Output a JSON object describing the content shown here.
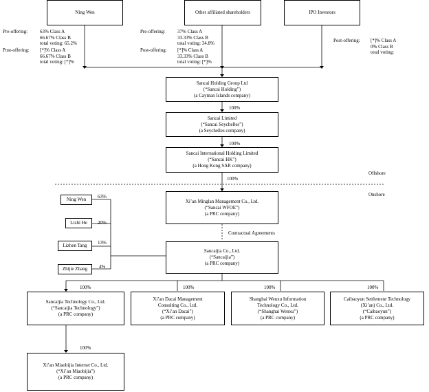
{
  "shareholders": {
    "ning_wen": {
      "name": "Ning Wen",
      "pre_label": "Pre-offering:",
      "pre_lines": [
        "63% Class A",
        "66.67% Class B",
        "total voting: 65.2%"
      ],
      "post_label": "Post-offering:",
      "post_lines": [
        "[*]% Class A",
        "66.67% Class B",
        "total voting: [*]%"
      ]
    },
    "other": {
      "name": "Other affiliated shareholders",
      "pre_label": "Pre-offering:",
      "pre_lines": [
        "37% Class A",
        "33.33% Class B",
        "total voting: 34.8%"
      ],
      "post_label": "Post-offering:",
      "post_lines": [
        "[*]% Class A",
        "33.33% Class B",
        "total voting: [*]%"
      ]
    },
    "ipo": {
      "name": "IPO Investors",
      "post_label": "Post-offering:",
      "post_lines": [
        "[*]% Class A",
        "0% Class B",
        "total voting:"
      ]
    }
  },
  "entities": {
    "holding": {
      "lines": [
        "Sancai Holding Group Ltd",
        "(“Sancai Holding”)",
        "(a Cayman Islands company)"
      ]
    },
    "seychelles": {
      "lines": [
        "Sancai Limited",
        "(“Sancai Seychelles”)",
        "(a Seychelles company)"
      ]
    },
    "hk": {
      "lines": [
        "Sancai International Holding Limited",
        "(“Sancai HK”)",
        "(a Hong Kong SAR company)"
      ]
    },
    "wfoe": {
      "lines": [
        "Xi’an Minglan Management Co., Ltd.",
        "(“Sancai WFOE”)",
        "(a PRC company)"
      ]
    },
    "sancaijia": {
      "lines": [
        "Sancaijia Co., Ltd.",
        "(“Sancaijia”)",
        "(a PRC company)"
      ]
    },
    "tech": {
      "lines": [
        "Sancaijia Technology Co., Ltd.",
        "(“Sancaijia Technology”)",
        "(a PRC company)"
      ]
    },
    "dacai": {
      "lines": [
        "Xi’an Dacai Management",
        "Consulting Co., Ltd.",
        "(“Xi’an Dacai”)",
        "(a PRC company)"
      ]
    },
    "wenxu": {
      "lines": [
        "Shanghai Wenxu Information",
        "Technology Co., Ltd.",
        "(“Shanghai Wenxu”)",
        "(a PRC company)"
      ]
    },
    "caibaoyun": {
      "lines": [
        "Caibaoyun Settlemenr Technology",
        "(Xi’an) Co., Ltd.",
        "(“Caibaoyun”)",
        "(a PRC company)"
      ]
    },
    "miaobijia": {
      "lines": [
        "Xi’an Miaobijia Internet Co., Ltd.",
        "(“Xi’an Miaobijia”)",
        "(a PRC company)"
      ]
    }
  },
  "individuals": [
    {
      "name": "Ning Wen",
      "pct": "63%"
    },
    {
      "name": "Lizhi He",
      "pct": "20%"
    },
    {
      "name": "Lizhen Tang",
      "pct": "13%"
    },
    {
      "name": "Zhijie Zhang",
      "pct": "4%"
    }
  ],
  "ownership": {
    "holding_to_seychelles": "100%",
    "seychelles_to_hk": "100%",
    "hk_to_wfoe": "100%",
    "to_tech": "100%",
    "to_dacai": "100%",
    "to_wenxu": "100%",
    "to_caibaoyun": "100%",
    "tech_to_miaobijia": "100%"
  },
  "labels": {
    "offshore": "Offshore",
    "onshore": "Onshore",
    "contractual": "Contractual Agreements"
  }
}
